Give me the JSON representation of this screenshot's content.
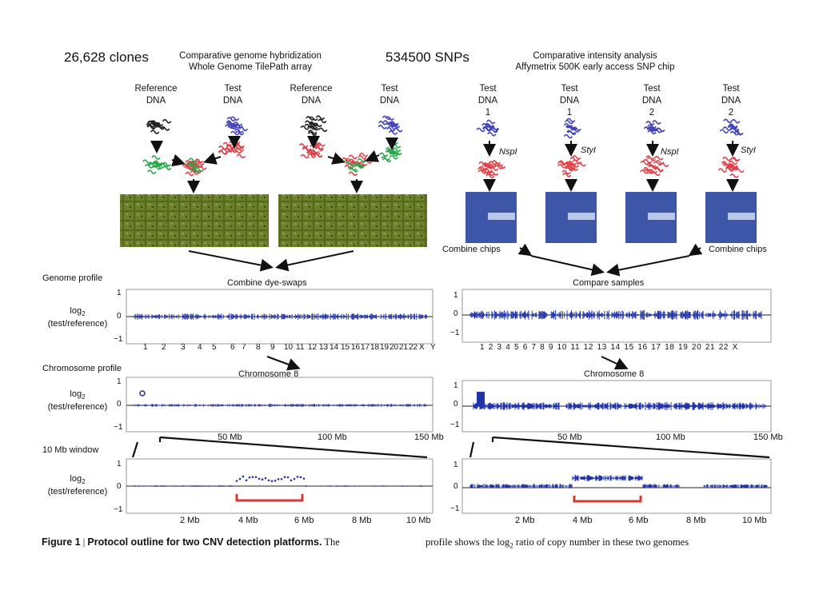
{
  "top_labels": {
    "clones": "26,628 clones",
    "snps": "534500 SNPs"
  },
  "left_platform": {
    "line1": "Comparative genome hybridization",
    "line2": "Whole Genome TilePath array"
  },
  "right_platform": {
    "line1": "Comparative intensity analysis",
    "line2": "Affymetrix 500K early access SNP chip"
  },
  "left_dna": [
    {
      "l1": "Reference",
      "l2": "DNA"
    },
    {
      "l1": "Test",
      "l2": "DNA"
    },
    {
      "l1": "Reference",
      "l2": "DNA"
    },
    {
      "l1": "Test",
      "l2": "DNA"
    }
  ],
  "right_dna": [
    {
      "l1": "Test",
      "l2": "DNA",
      "l3": "1",
      "enzyme": "NspI"
    },
    {
      "l1": "Test",
      "l2": "DNA",
      "l3": "1",
      "enzyme": "StyI"
    },
    {
      "l1": "Test",
      "l2": "DNA",
      "l3": "2",
      "enzyme": "NspI"
    },
    {
      "l1": "Test",
      "l2": "DNA",
      "l3": "2",
      "enzyme": "StyI"
    }
  ],
  "combine_chips": "Combine chips",
  "combine_dye_swaps": "Combine dye-swaps",
  "compare_samples": "Compare samples",
  "section_labels": {
    "genome": "Genome profile",
    "chromosome": "Chromosome profile",
    "window": "10 Mb window"
  },
  "y_axis": {
    "label_main": "log",
    "label_sub": "2",
    "label_rest": "(test/reference)",
    "ticks": [
      "1",
      "0",
      "−1"
    ]
  },
  "chromosome_title": "Chromosome 8",
  "chrom_ticks_left": [
    "1",
    "2",
    "3",
    "4",
    "5",
    "6",
    "7",
    "8",
    "9",
    "10",
    "11",
    "12",
    "13",
    "14",
    "15",
    "16",
    "17",
    "18",
    "19",
    "20",
    "21",
    "22",
    "X",
    "Y"
  ],
  "chrom_ticks_right_text": "1 2 3 4 5 6 7 8 9 10 11 12 13 14 15 16 17 18 19 20 21 22 X",
  "chrom_mb_ticks": [
    "50 Mb",
    "100 Mb",
    "150 Mb"
  ],
  "window_mb_ticks": [
    "2 Mb",
    "4 Mb",
    "6 Mb",
    "8 Mb",
    "10 Mb"
  ],
  "caption": {
    "fig": "Figure 1",
    "title": "Protocol outline for two CNV detection platforms.",
    "the": "The",
    "rest_a": "profile shows the log",
    "rest_sub": "2",
    "rest_b": " ratio of copy number in these two genomes"
  },
  "colors": {
    "blue_dot": "#2233aa",
    "red_dna": "#e0424a",
    "green_dna": "#2aa84a",
    "array": "#4a5a1a",
    "chip": "#3d56a8",
    "bracket": "#d23a3a"
  }
}
